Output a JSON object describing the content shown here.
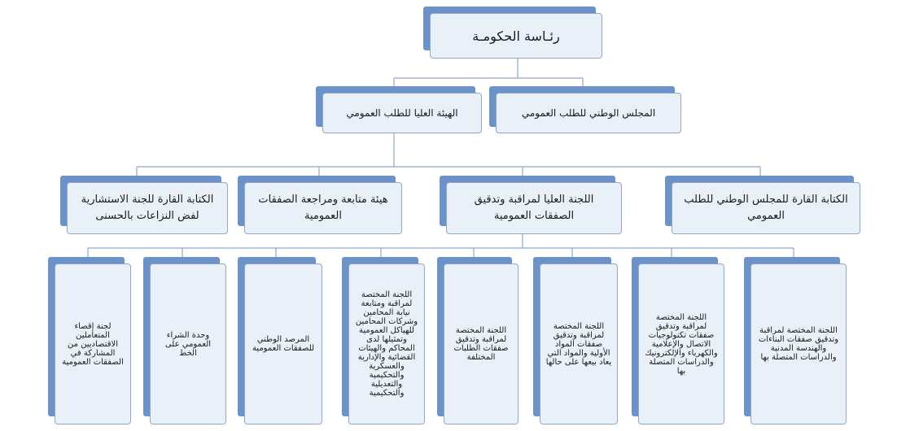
{
  "diagram": {
    "root": "رئـاسة الحكومـة",
    "level2": {
      "right": "المجلس الوطني للطلب العمومي",
      "left": "الهيئة العليا للطلب العمومي"
    },
    "level3": [
      "الكتابة القارة للمجلس الوطني للطلب العمومي",
      "اللجنة العليا لمراقبة وتدقيق الصفقات العمومية",
      "هيئة متابعة ومراجعة الصفقات العمومية",
      "الكتابة القارة للجنة الاستشارية لفض النزاعات بالحسنى"
    ],
    "level4": [
      "اللجنة المختصة لمراقبة وتدقيق صفقات البناءات والهندسة المدنية والدراسات المتصلة بها",
      "اللجنة المختصة لمراقبة وتدقيق صفقات تكنولوجيات الاتصال والإعلامية والكهرباء والإلكترونيك والدراسات المتصلة بها",
      "اللجنة المختصة لمراقبة وتدقيق صفقات المواد الأولية والمواد التي يعاد بيعها على حالها",
      "اللجنة المختصة لمراقبة وتدقيق صفقات الطلبات المختلفة",
      "اللجنة المختصة لمراقبة ومتابعة نيابة المحامين وشركات المحامين للهياكل العمومية وتمثيلها لدى المحاكم والهيئات القضائية والإدارية والعسكرية والتحكيمية والتعديلية والتحكيمية",
      "المرصد الوطني للصفقات العمومية",
      "وحدة الشراء العمومي على الخط",
      "لجنة إقصاء المتعاملين الاقتصاديين من المشاركة في الصفقات العمومية"
    ]
  }
}
